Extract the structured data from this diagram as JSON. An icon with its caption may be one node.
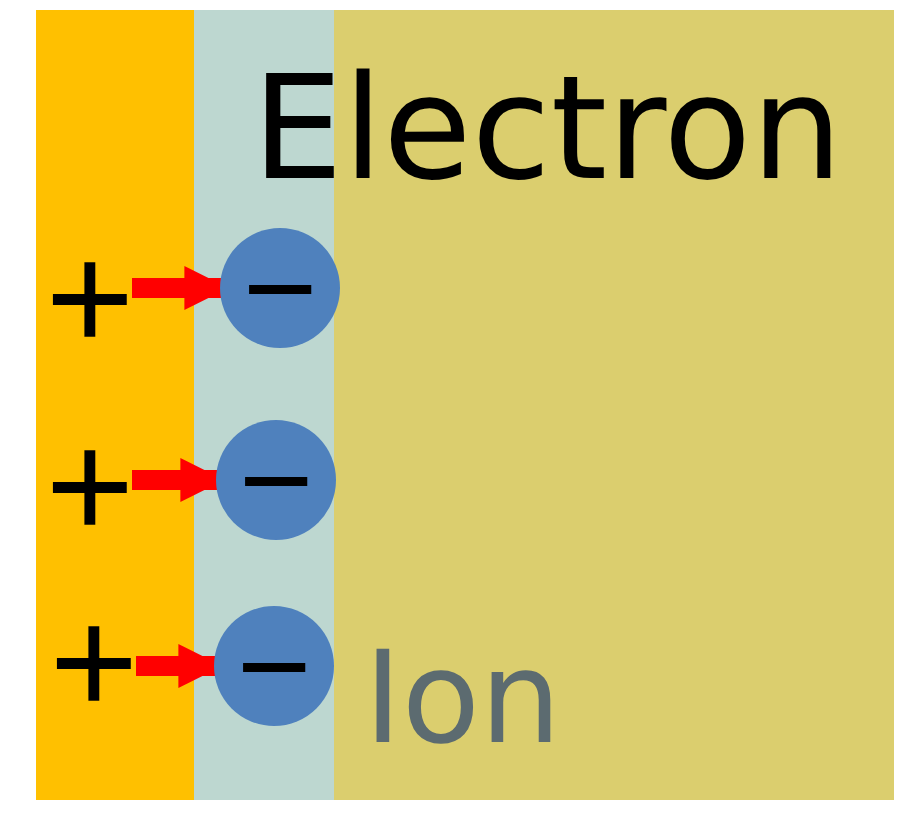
{
  "diagram": {
    "nodes": [
      {
        "text": [
          "+"
        ]
      },
      {
        "text": [
          "−"
        ]
      },
      {
        "text": [
          "+"
        ]
      },
      {
        "text": [
          "−"
        ]
      },
      {
        "text": [
          "+"
        ]
      },
      {
        "text": [
          "−"
        ]
      }
    ],
    "edges": [
      {
        "from": 0,
        "to": 1,
        "arrow": "to"
      },
      {
        "from": 2,
        "to": 3,
        "arrow": "to"
      },
      {
        "from": 4,
        "to": 5,
        "arrow": "to"
      }
    ],
    "labels": [
      "Electron",
      "Ion"
    ]
  }
}
